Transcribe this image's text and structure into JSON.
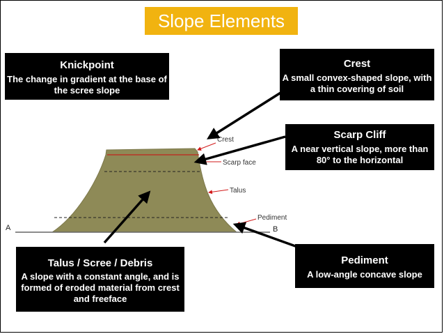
{
  "title": "Slope Elements",
  "boxes": {
    "knickpoint": {
      "heading": "Knickpoint",
      "text": "The change in gradient at the base of the scree slope"
    },
    "crest": {
      "heading": "Crest",
      "text": "A small convex-shaped slope, with a thin covering of soil"
    },
    "scarp": {
      "heading": "Scarp Cliff",
      "text": "A near vertical slope, more than 80° to the horizontal"
    },
    "talus": {
      "heading": "Talus / Scree / Debris",
      "text": "A slope with a constant angle, and is formed of eroded material from crest and freeface"
    },
    "pediment": {
      "heading": "Pediment",
      "text": "A low-angle concave slope"
    }
  },
  "diagram_labels": {
    "crest": "Crest",
    "scarp_face": "Scarp face",
    "talus": "Talus",
    "pediment": "Pediment",
    "a": "A",
    "b": "B"
  },
  "colors": {
    "title_bg": "#f1b310",
    "hill_fill": "#8e8a57",
    "box_bg": "#000000",
    "label_arrow": "#d21a1a"
  }
}
